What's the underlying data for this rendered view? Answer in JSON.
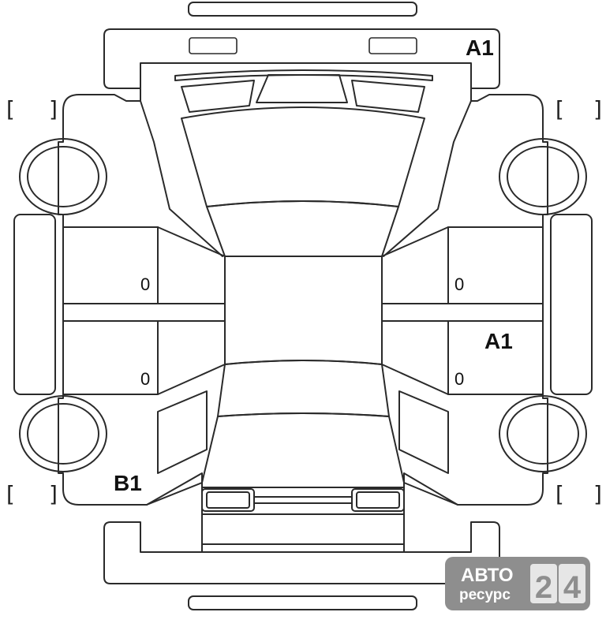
{
  "diagram": {
    "annotations": {
      "front_bumper": "A1",
      "right_doors": "A1",
      "rear_left_quarter": "B1"
    },
    "door_marks": {
      "left_front": "0",
      "left_rear": "0",
      "right_front": "0",
      "right_rear": "0"
    },
    "brackets": {
      "open": "[",
      "close": "]"
    }
  },
  "watermark": {
    "line1": "АВТО",
    "line2": "ресурс",
    "digit1": "2",
    "digit2": "4",
    "colors": {
      "plate": "#8e8e8e",
      "tile": "#e6e6e6",
      "text": "#ffffff"
    }
  }
}
